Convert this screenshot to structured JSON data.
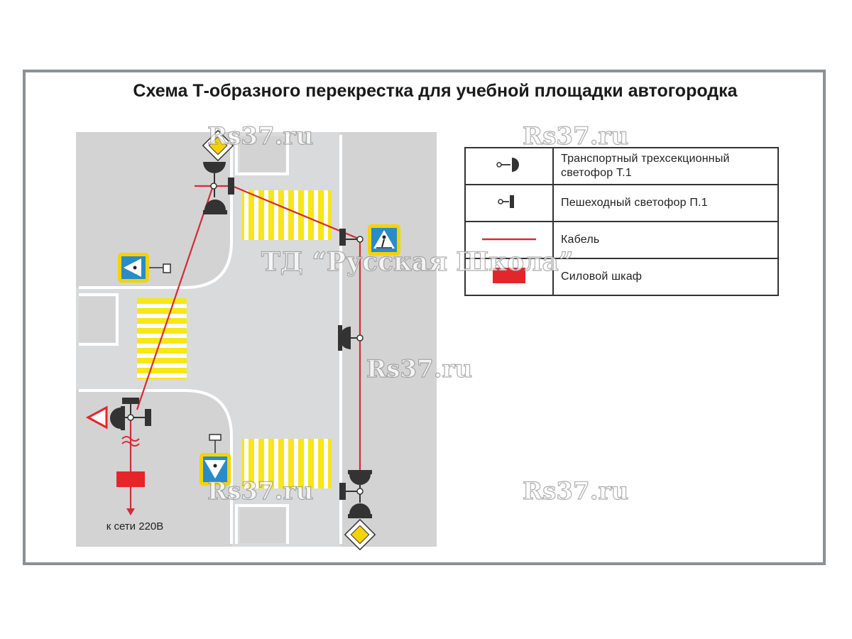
{
  "title": "Схема Т-образного перекрестка для учебной площадки автогородка",
  "legend": [
    {
      "label": "Транспортный  трехсекционный светофор Т.1",
      "symbol": "vehicle-signal-icon"
    },
    {
      "label": "Пешеходный светофор П.1",
      "symbol": "pedestrian-signal-icon"
    },
    {
      "label": "Кабель",
      "symbol": "cable-line-icon"
    },
    {
      "label": "Силовой шкаф",
      "symbol": "power-cabinet-icon"
    }
  ],
  "power_label": "к сети 220В",
  "watermarks": {
    "site": "Rs37.ru",
    "brand": "ТД “Русская Школа”"
  },
  "colors": {
    "road": "#d9dadb",
    "sidewalk": "#d0d0d0",
    "crosswalk_yellow": "#f6e61a",
    "cable": "#d42b35",
    "cabinet": "#e4262a",
    "sign_blue": "#2a8bc8",
    "sign_yellow": "#f4d300"
  }
}
